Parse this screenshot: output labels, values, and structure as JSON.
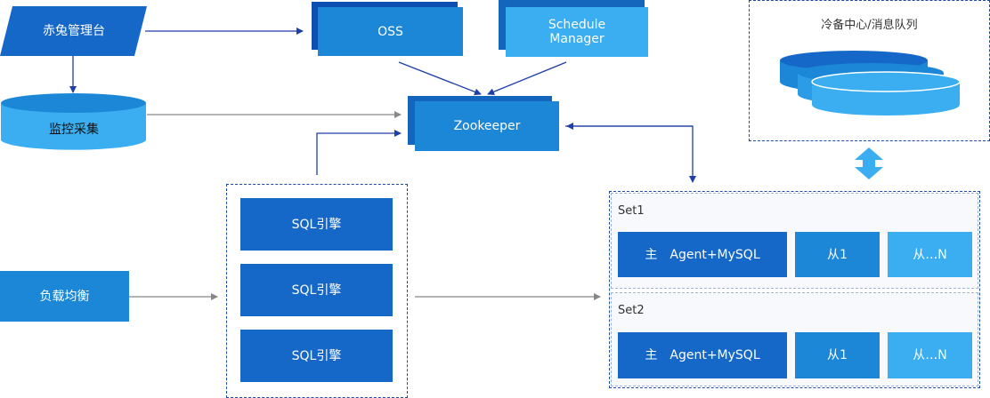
{
  "nodes": {
    "console": "赤兔管理台",
    "oss": "OSS",
    "schedule_manager": "Schedule\nManager",
    "zookeeper": "Zookeeper",
    "monitor": "监控采集",
    "cold_backup": "冷备中心/消息队列",
    "load_balancer": "负载均衡",
    "sql_engines": [
      "SQL引擎",
      "SQL引擎",
      "SQL引擎"
    ]
  },
  "sets": [
    {
      "name": "Set1",
      "master": "主　Agent+MySQL",
      "slave1": "从1",
      "slaveN": "从…N"
    },
    {
      "name": "Set2",
      "master": "主　Agent+MySQL",
      "slave1": "从1",
      "slaveN": "从…N"
    }
  ],
  "colors": {
    "dark_blue": "#1668c8",
    "mid_blue": "#1b87d6",
    "light_blue": "#3aaef0",
    "arrow_dark": "#1f3fa8",
    "arrow_gray": "#888888"
  }
}
